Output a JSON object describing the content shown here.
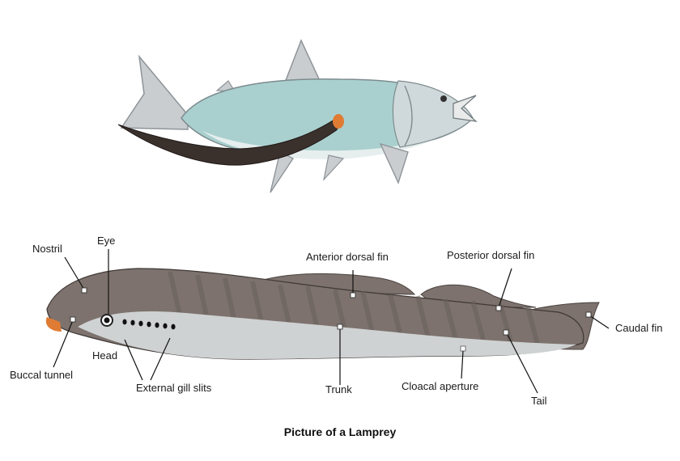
{
  "caption": "Picture of a Lamprey",
  "labels": {
    "nostril": "Nostril",
    "eye": "Eye",
    "anterior_dorsal_fin": "Anterior dorsal fin",
    "posterior_dorsal_fin": "Posterior dorsal fin",
    "caudal_fin": "Caudal fin",
    "head": "Head",
    "buccal_tunnel": "Buccal tunnel",
    "external_gill_slits": "External gill slits",
    "trunk": "Trunk",
    "cloacal_aperture": "Cloacal aperture",
    "tail": "Tail"
  },
  "colors": {
    "lamprey_body": "#7d726d",
    "lamprey_belly": "#cfd2d3",
    "lamprey_stripe": "#6a605b",
    "mouth_orange": "#e07b34",
    "fish_body": "#9cc7c7",
    "fish_fin": "#c9cdd0",
    "host_lamprey": "#3a302c"
  }
}
